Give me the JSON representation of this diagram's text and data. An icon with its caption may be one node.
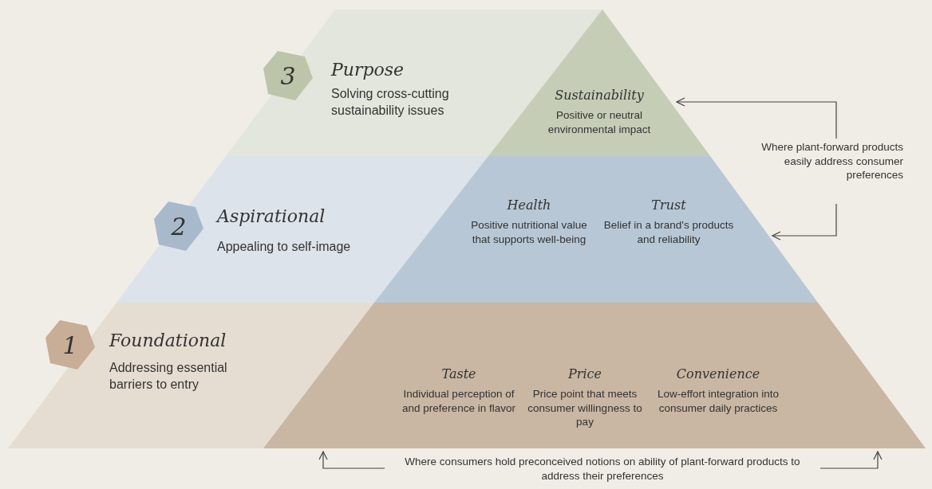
{
  "diagram": {
    "nodes": [
      {
        "text": [
          "Purpose",
          "Solving cross-cutting sustainability issues"
        ]
      },
      {
        "text": [
          "3"
        ],
        "in": 0
      },
      {
        "text": [
          "Sustainability",
          "Positive or neutral environmental impact"
        ],
        "in": 0
      },
      {
        "text": [
          "Aspirational",
          "Appealing to self-image"
        ]
      },
      {
        "text": [
          "2"
        ],
        "in": 3
      },
      {
        "text": [
          "Health",
          "Positive nutritional value that supports well-being",
          "Trust",
          "Belief in a brand's products and reliability"
        ],
        "in": 3
      },
      {
        "text": [
          "Foundational",
          "Addressing essential barriers to entry"
        ]
      },
      {
        "text": [
          "1"
        ],
        "in": 6
      },
      {
        "text": [
          "Taste",
          "Individual perception of and preference in flavor",
          "Price",
          "Price point that meets consumer willingness to pay",
          "Convenience",
          "Low-effort integration into consumer daily practices"
        ],
        "in": 6
      },
      {
        "text": [
          "Where plant-forward products easily address consumer preferences"
        ]
      },
      {
        "text": [
          "Where consumers hold preconceived notions on ability of plant-forward products to address their preferences"
        ]
      }
    ],
    "edges": [
      {
        "from": 9,
        "to": 2,
        "arrow": "to"
      },
      {
        "from": 9,
        "to": 5,
        "arrow": "to"
      },
      {
        "from": 10,
        "to": 8,
        "arrow": "to"
      },
      {
        "from": 10,
        "to": 8,
        "arrow": "to"
      }
    ]
  }
}
